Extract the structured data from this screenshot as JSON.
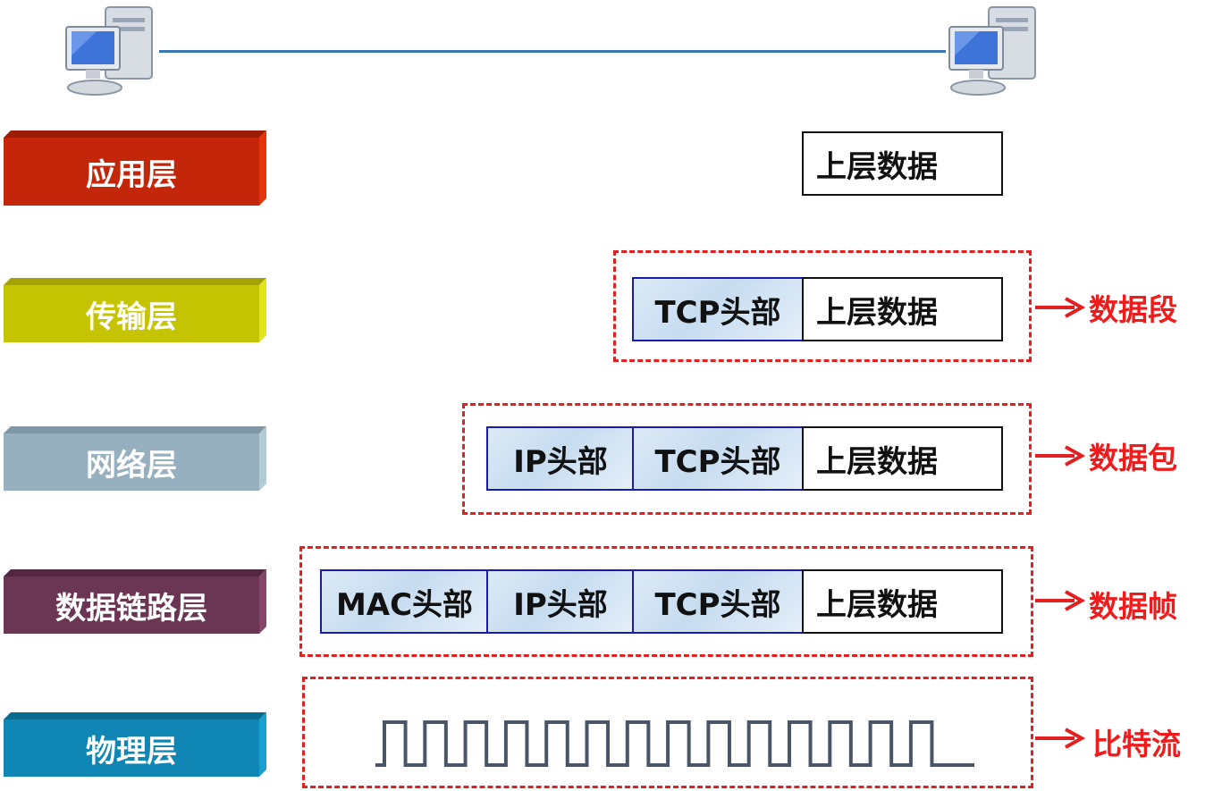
{
  "layers": [
    {
      "label": "应用层",
      "color_top": "#c4260a",
      "color_side": "#e2360f"
    },
    {
      "label": "传输层",
      "color_top": "#c5c402",
      "color_side": "#dede16"
    },
    {
      "label": "网络层",
      "color_top": "#97b0bf",
      "color_side": "#b3cad7"
    },
    {
      "label": "数据链路层",
      "color_top": "#6b3654",
      "color_side": "#86466a"
    },
    {
      "label": "物理层",
      "color_top": "#0f86b3",
      "color_side": "#1aa0cf"
    }
  ],
  "headers": {
    "mac": "MAC头部",
    "ip": "IP头部",
    "tcp": "TCP头部",
    "upper": "上层数据"
  },
  "pdu_labels": {
    "segment": "数据段",
    "packet": "数据包",
    "frame": "数据帧",
    "bitstream": "比特流"
  },
  "colors": {
    "accent_red": "#e32020",
    "header_border": "#1a1ab0",
    "link_line": "#3a77b6",
    "signal": "#4a5668"
  },
  "icons": {
    "left_host": "computer-icon",
    "right_host": "computer-icon"
  }
}
